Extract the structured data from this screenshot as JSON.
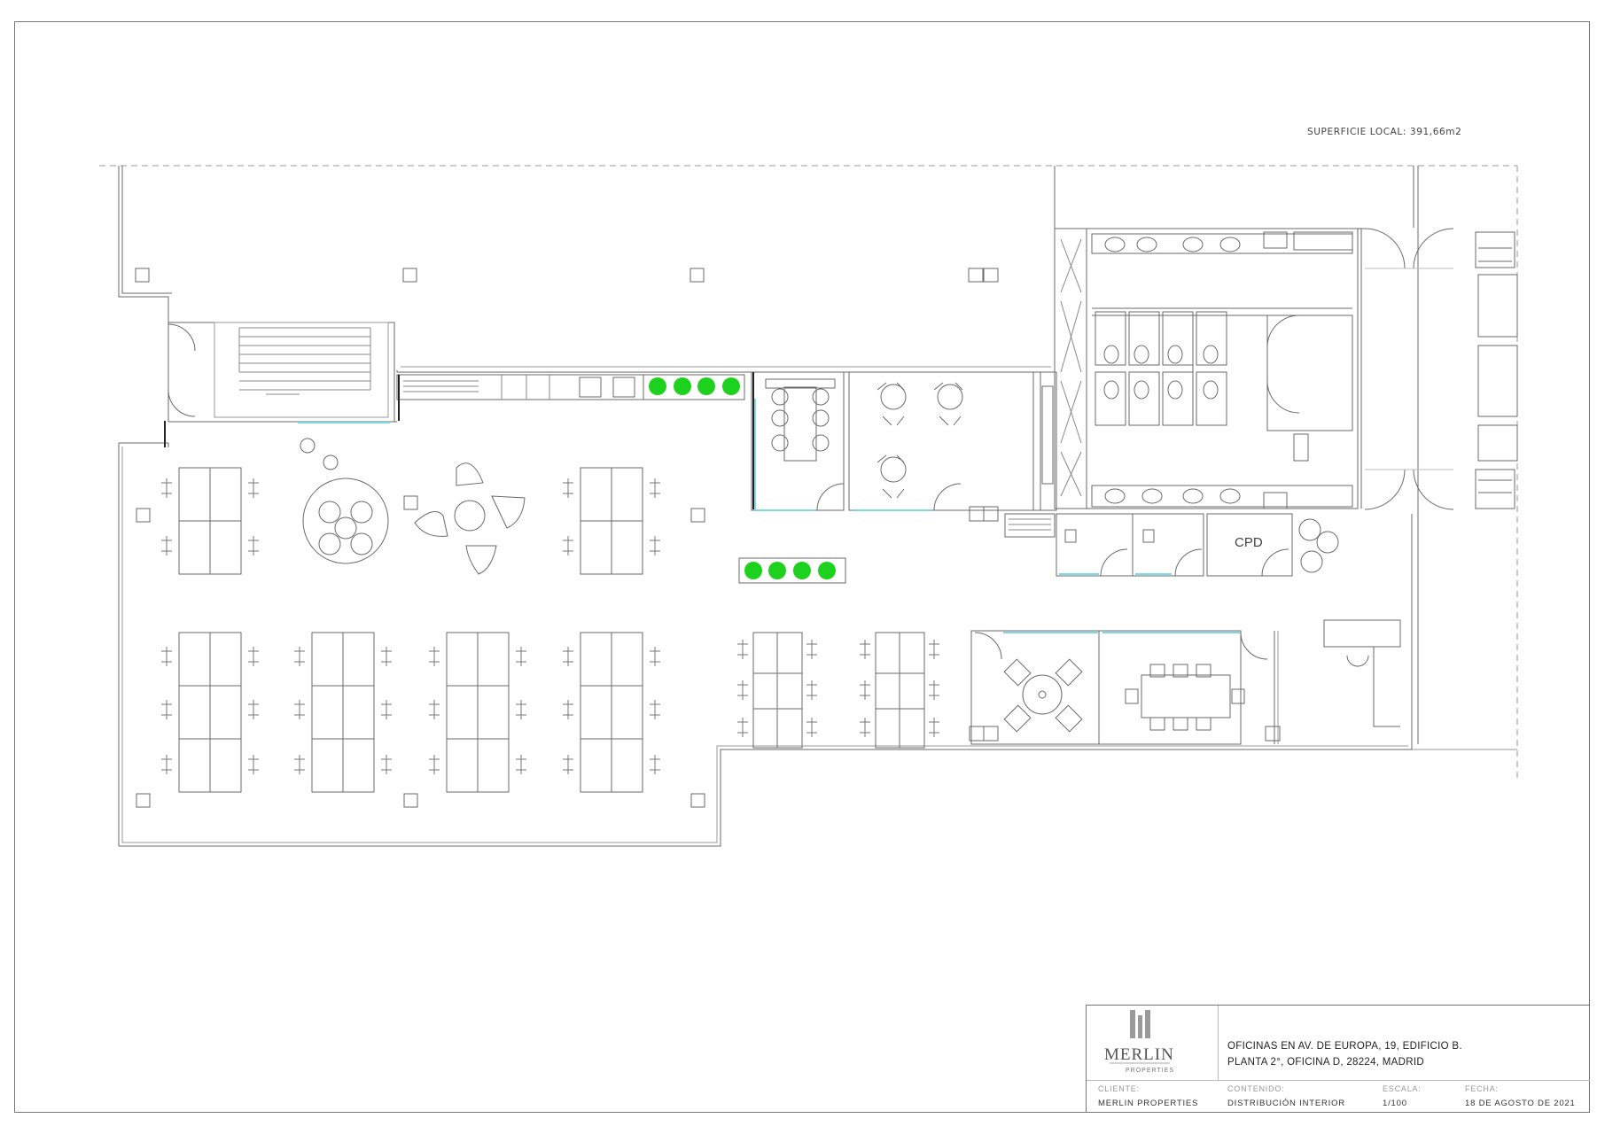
{
  "plan": {
    "surface_label": "SUPERFICIE LOCAL: 391,66m2",
    "room_label_cpd": "CPD"
  },
  "title_block": {
    "logo_word": "MERLIN",
    "logo_sub": "PROPERTIES",
    "address_line1": "OFICINAS EN AV. DE EUROPA, 19, EDIFICIO B.",
    "address_line2": "PLANTA 2°, OFICINA D, 28224, MADRID",
    "cliente_label": "CLIENTE:",
    "cliente_value": "MERLIN PROPERTIES",
    "contenido_label": "CONTENIDO:",
    "contenido_value": "DISTRIBUCIÓN INTERIOR",
    "escala_label": "ESCALA:",
    "escala_value": "1/100",
    "fecha_label": "FECHA:",
    "fecha_value": "18 DE AGOSTO DE 2021"
  },
  "colors": {
    "plants": "#1fd11f",
    "glass": "#7fd8e8",
    "lines": "#6a6a6a"
  }
}
